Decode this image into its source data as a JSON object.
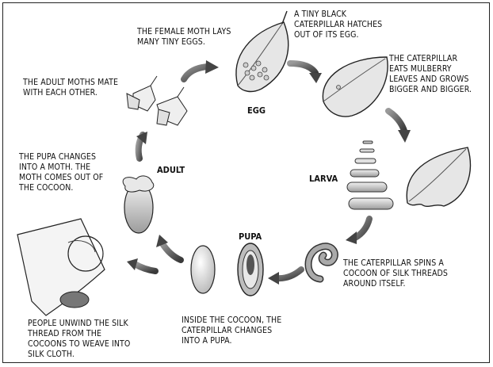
{
  "stages": {
    "egg": "EGG",
    "larva": "LARVA",
    "pupa": "PUPA",
    "adult": "ADULT"
  },
  "captions": {
    "female_lays": "THE FEMALE MOTH LAYS\nMANY TINY EGGS.",
    "hatches": "A TINY BLACK\nCATERPILLAR HATCHES\nOUT OF ITS EGG.",
    "eats": "THE CATERPILLAR\nEATS MULBERRY\nLEAVES AND GROWS\nBIGGER AND BIGGER.",
    "mate": "THE ADULT MOTHS MATE\nWITH EACH OTHER.",
    "pupa_changes": "THE PUPA CHANGES\nINTO A MOTH. THE\nMOTH COMES OUT OF\nTHE COCOON.",
    "spins": "THE CATERPILLAR SPINS A\nCOCOON OF SILK THREADS\nAROUND ITSELF.",
    "inside": "INSIDE THE COCOON, THE\nCATERPILLAR CHANGES\nINTO A PUPA.",
    "unwind": "PEOPLE UNWIND THE SILK\nTHREAD FROM THE\nCOCOONS TO WEAVE INTO\nSILK CLOTH."
  },
  "colors": {
    "arrow": "#5a5a5a",
    "outline": "#222222",
    "leaf": "#e6e6e6"
  }
}
